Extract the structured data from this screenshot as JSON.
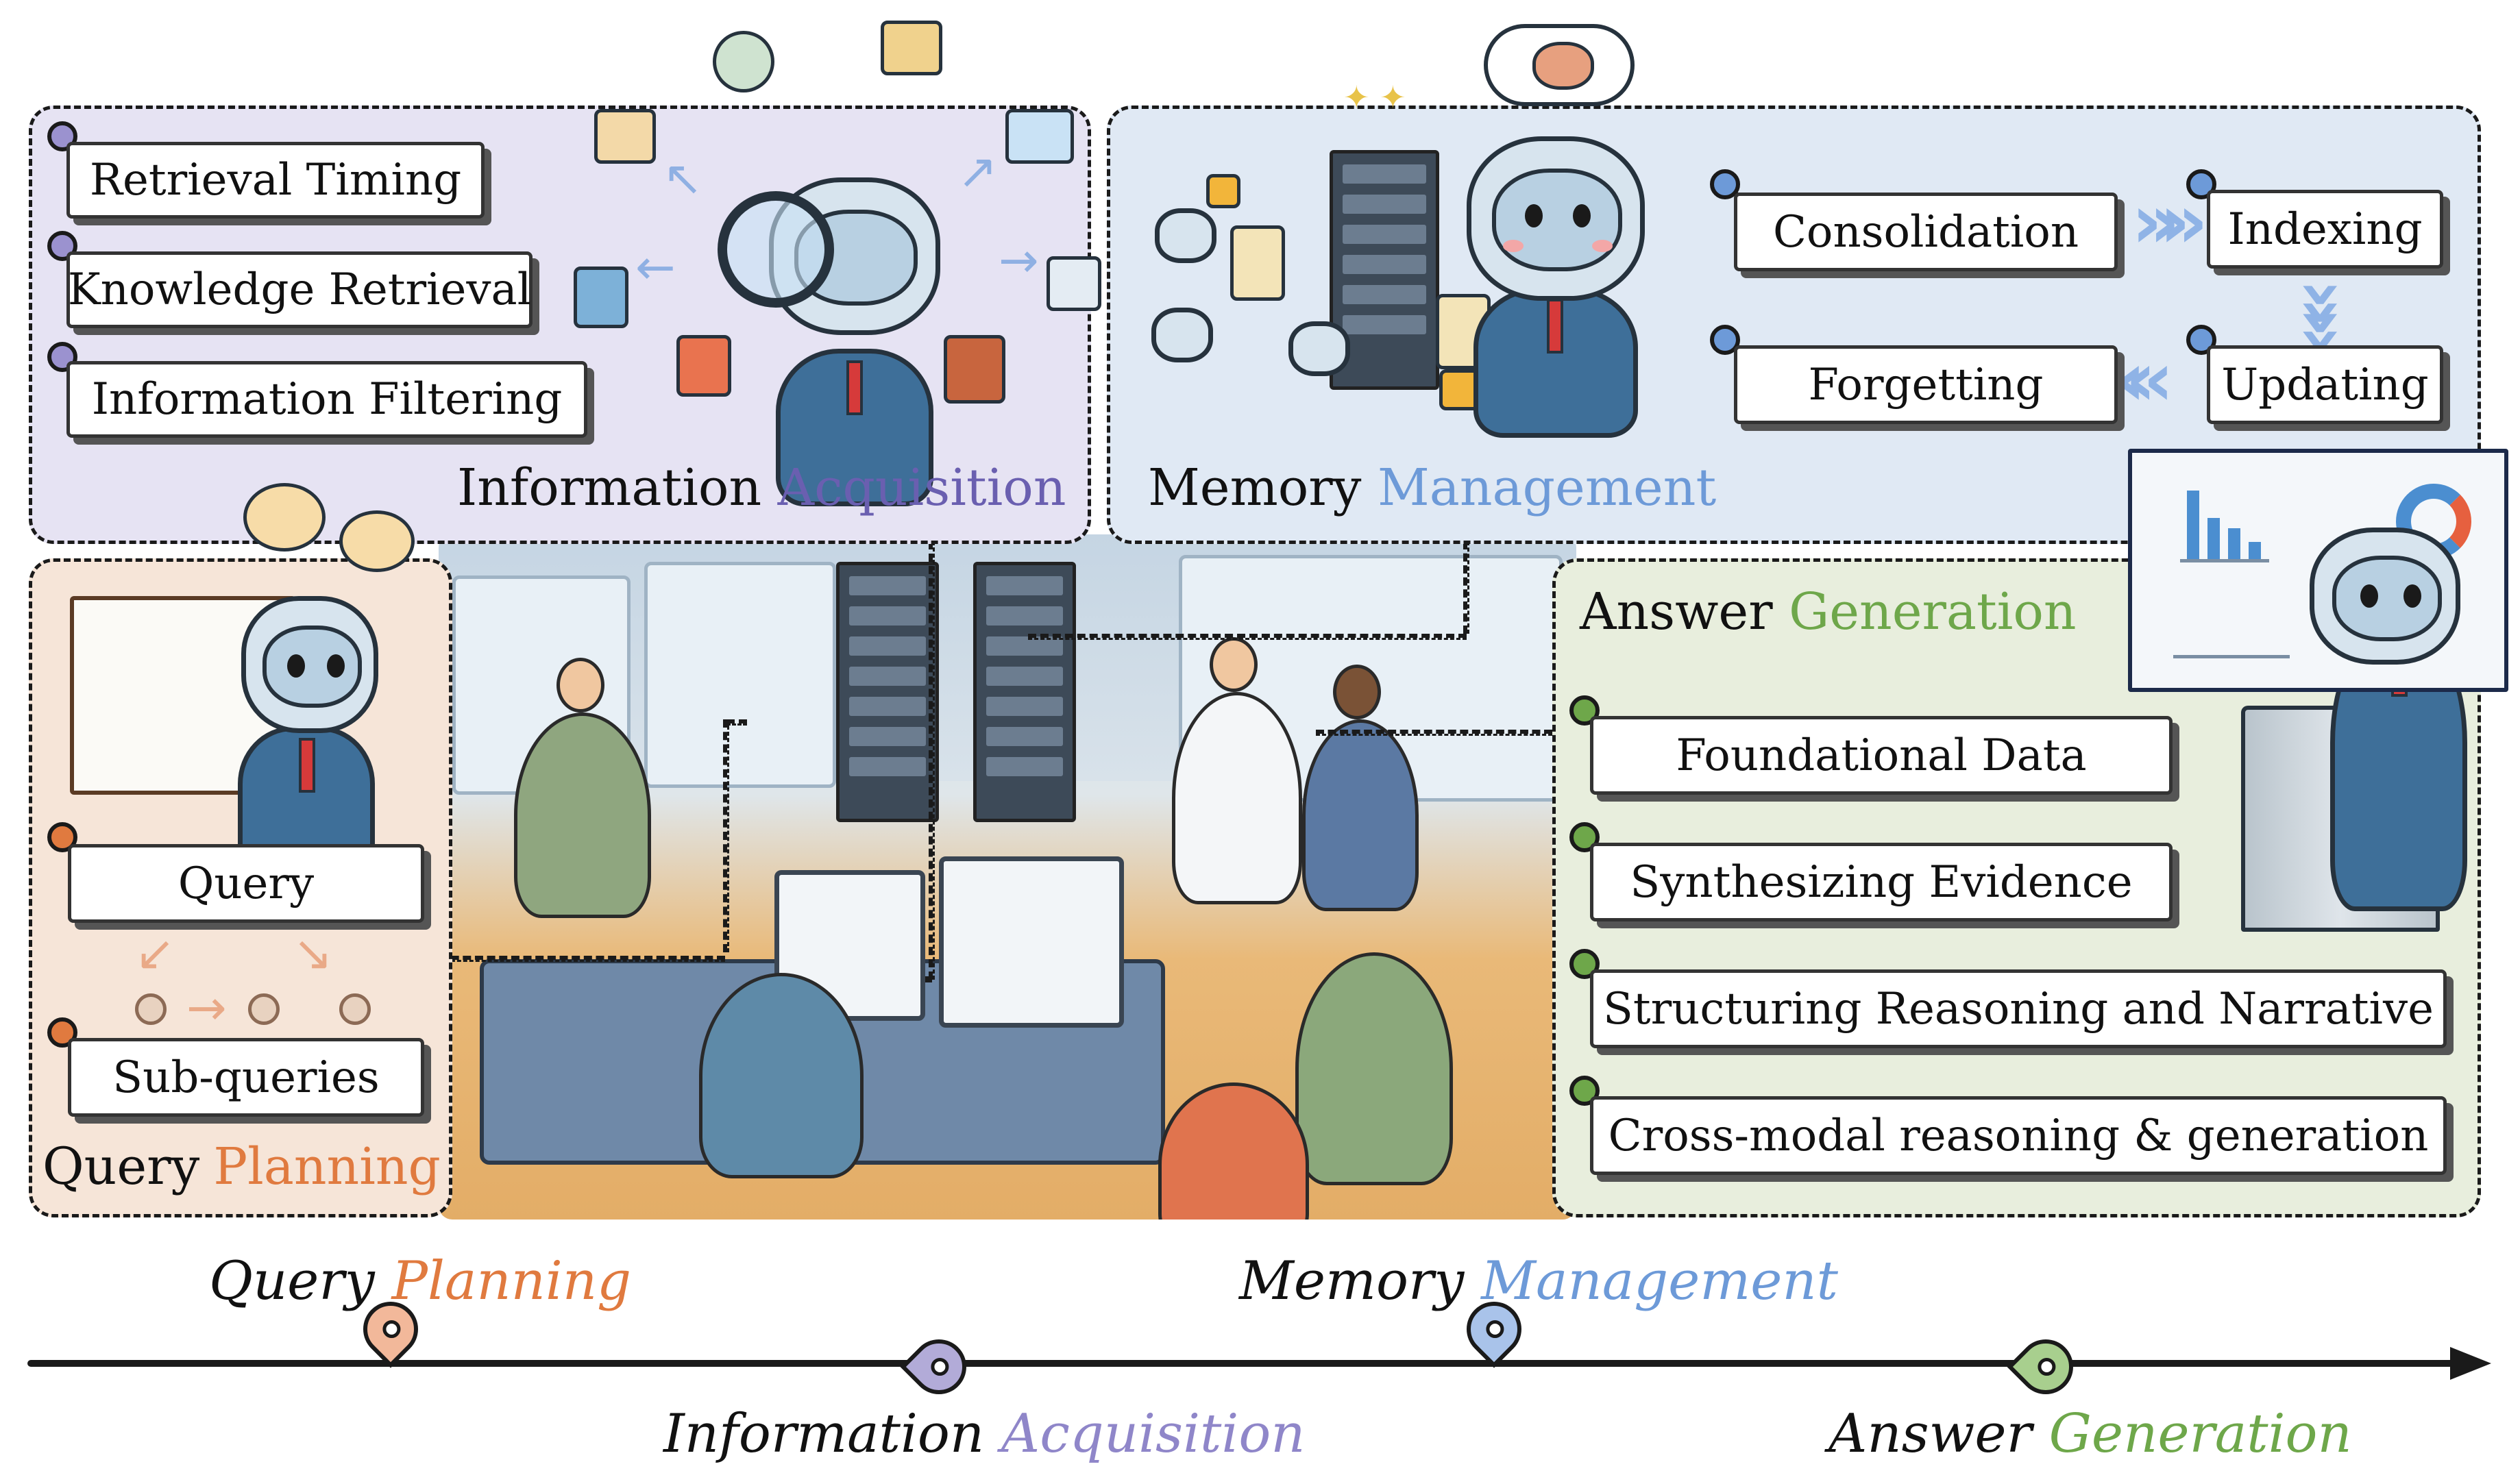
{
  "colors": {
    "acquisition": "#6a5fb0",
    "memory": "#6d9ad8",
    "planning": "#e07a3f",
    "generation": "#6ea74a",
    "acquisition_bg": "#e6e3f3",
    "memory_bg": "#e0e9f4",
    "planning_bg": "#f6e5d8",
    "generation_bg": "#e8eedd"
  },
  "information_acquisition": {
    "title_black": "Information",
    "title_colored": "Acquisition",
    "items": [
      "Retrieval Timing",
      "Knowledge Retrieval",
      "Information Filtering"
    ]
  },
  "memory_management": {
    "title_black": "Memory",
    "title_colored": "Management",
    "items": [
      "Consolidation",
      "Indexing",
      "Updating",
      "Forgetting"
    ]
  },
  "query_planning": {
    "title_black": "Query",
    "title_colored": "Planning",
    "items": [
      "Query",
      "Sub-queries"
    ]
  },
  "answer_generation": {
    "title_black": "Answer",
    "title_colored": "Generation",
    "items": [
      "Foundational Data",
      "Synthesizing Evidence",
      "Structuring Reasoning and Narrative",
      "Cross-modal reasoning & generation"
    ]
  },
  "timeline": {
    "stages": [
      {
        "black": "Query",
        "colored": "Planning"
      },
      {
        "black": "Information",
        "colored": "Acquisition"
      },
      {
        "black": "Memory",
        "colored": "Management"
      },
      {
        "black": "Answer",
        "colored": "Generation"
      }
    ]
  }
}
